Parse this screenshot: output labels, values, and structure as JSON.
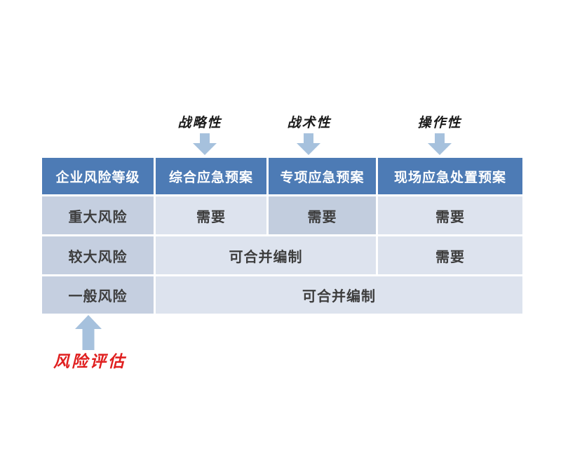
{
  "annotations": {
    "top_labels": [
      {
        "label": "战略性"
      },
      {
        "label": "战术性"
      },
      {
        "label": "操作性"
      }
    ],
    "bottom_label": "风险评估"
  },
  "table": {
    "header": [
      "企业风险等级",
      "综合应急预案",
      "专项应急预案",
      "现场应急处置预案"
    ],
    "rows": [
      {
        "level": "重大风险",
        "cells": [
          {
            "text": "需要",
            "span": 1,
            "dark": false
          },
          {
            "text": "需要",
            "span": 1,
            "dark": true
          },
          {
            "text": "需要",
            "span": 1,
            "dark": false
          }
        ]
      },
      {
        "level": "较大风险",
        "cells": [
          {
            "text": "可合并编制",
            "span": 2,
            "dark": false
          },
          {
            "text": "需要",
            "span": 1,
            "dark": false
          }
        ]
      },
      {
        "level": "一般风险",
        "cells": [
          {
            "text": "可合并编制",
            "span": 3,
            "dark": false
          }
        ]
      }
    ]
  },
  "icons": [
    {
      "name": "down-arrow-icon",
      "meaning": "plan type applies to column"
    },
    {
      "name": "up-arrow-icon",
      "meaning": "risk assessment feeds risk levels"
    }
  ],
  "colors": {
    "header_bg": "#4d7bb5",
    "header_text": "#ffffff",
    "row_label_bg": "#c5cfe0",
    "cell_bg": "#dde3ee",
    "cell_dark_bg": "#c2cdde",
    "arrow": "#a6c1dd",
    "accent_red": "#e01f1f",
    "body_text": "#3d3d3d"
  }
}
